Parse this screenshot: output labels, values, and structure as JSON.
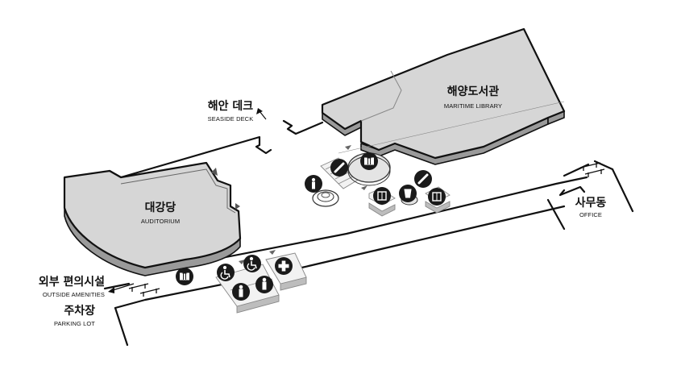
{
  "areas": {
    "seaside_deck": {
      "ko": "해안 데크",
      "en": "SEASIDE DECK"
    },
    "maritime_library": {
      "ko": "해양도서관",
      "en": "MARITIME LIBRARY"
    },
    "auditorium": {
      "ko": "대강당",
      "en": "AUDITORIUM"
    },
    "office": {
      "ko": "사무동",
      "en": "OFFICE"
    },
    "outside_amenities": {
      "ko": "외부 편의시설",
      "en": "OUTSIDE AMENITIES"
    },
    "parking_lot": {
      "ko": "주차장",
      "en": "PARKING LOT"
    }
  },
  "icons": {
    "info": "information-icon",
    "escalator": "escalator-icon",
    "locker": "locker-icon",
    "elevator": "elevator-icon",
    "drinking_water": "drinking-water-icon",
    "accessible": "accessible-restroom-icon",
    "restroom": "restroom-icon",
    "first_aid": "first-aid-icon"
  },
  "colors": {
    "building_top": "#d6d6d6",
    "building_side": "#9a9a9a",
    "icon": "#1a1a1a"
  }
}
